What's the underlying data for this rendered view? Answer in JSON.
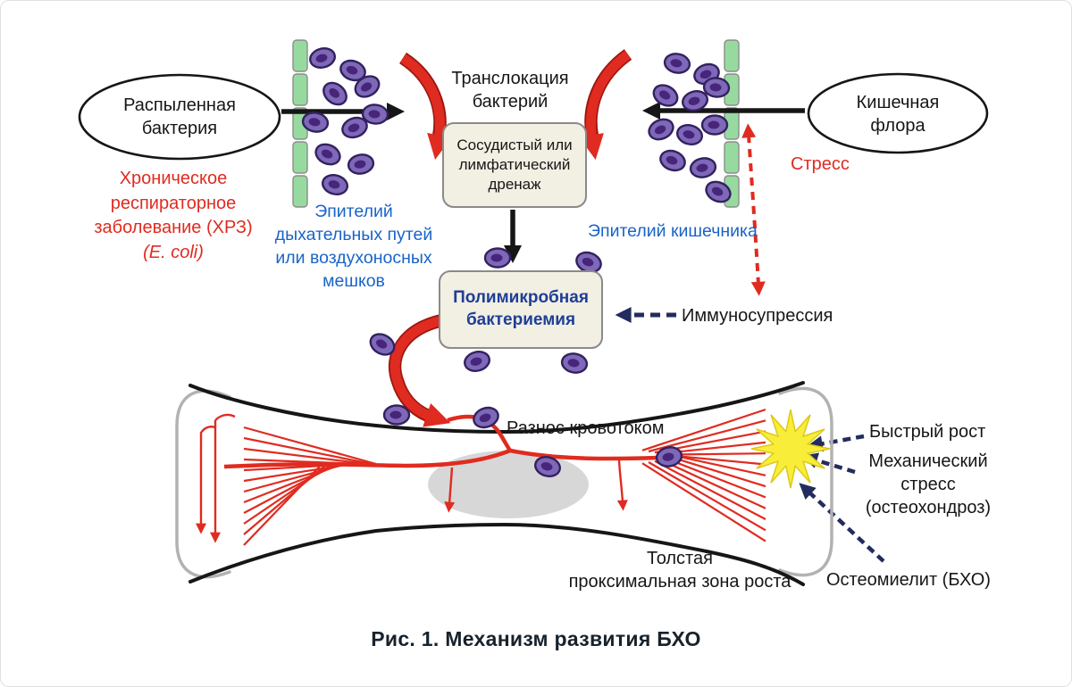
{
  "caption": "Рис. 1. Механизм развития БХО",
  "nodes": {
    "sprayed_bacteria": [
      "Распыленная",
      "бактерия"
    ],
    "intestinal_flora": [
      "Кишечная",
      "флора"
    ],
    "translocation": [
      "Транслокация",
      "бактерий"
    ],
    "drainage": [
      "Сосудистый или",
      "лимфатический",
      "дренаж"
    ],
    "bacteremia": [
      "Полимикробная",
      "бактериемия"
    ]
  },
  "annotations": {
    "chronic_disease": [
      "Хроническое",
      "респираторное",
      "заболевание (ХРЗ)"
    ],
    "chronic_disease_agent": "(E. coli)",
    "airway_epithelium": [
      "Эпителий",
      "дыхательных путей",
      "или воздухоносных",
      "мешков"
    ],
    "gut_epithelium": "Эпителий кишечника",
    "stress": "Стресс",
    "immunosuppression": "Иммуносупрессия",
    "bloodstream_spread": "Разнос кровотоком",
    "fast_growth": "Быстрый рост",
    "mechanical_stress": [
      "Механический",
      "стресс",
      "(остеохондроз)"
    ],
    "osteomyelitis": "Остеомиелит (БХО)",
    "growth_zone": [
      "Толстая",
      "проксимальная зона роста"
    ]
  },
  "colors": {
    "red": "#e02b20",
    "blue": "#1a64c8",
    "navy": "#222c5e",
    "dark_blue": "#1e3f96",
    "green": "#97da9f",
    "box_fill": "#f2efe3",
    "box_border": "#8a8a8a",
    "cap_gray": "#b2b2b2",
    "growth_plate_gray": "#cdcdcd",
    "bacteria_body": "#7e68b8",
    "bacteria_outline": "#33215e",
    "bacteria_core": "#47257a",
    "star_yellow": "#f8ee3a"
  }
}
